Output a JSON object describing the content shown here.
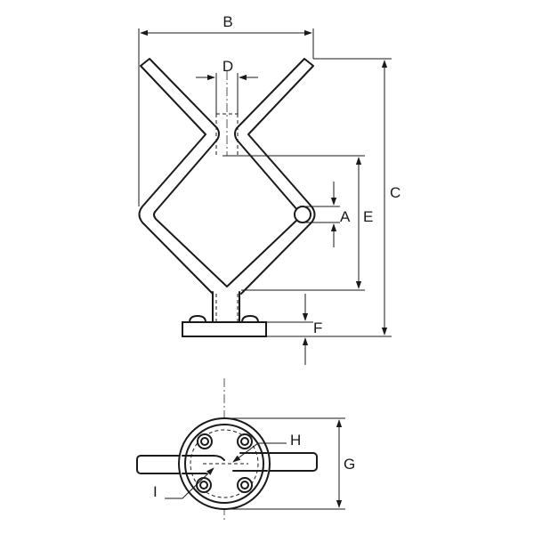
{
  "dimensions": {
    "a": "A",
    "b": "B",
    "c": "C",
    "d": "D",
    "e": "E",
    "f": "F",
    "g": "G",
    "h": "H",
    "i": "I"
  },
  "colors": {
    "line": "#1a1a1a",
    "background": "#ffffff"
  }
}
